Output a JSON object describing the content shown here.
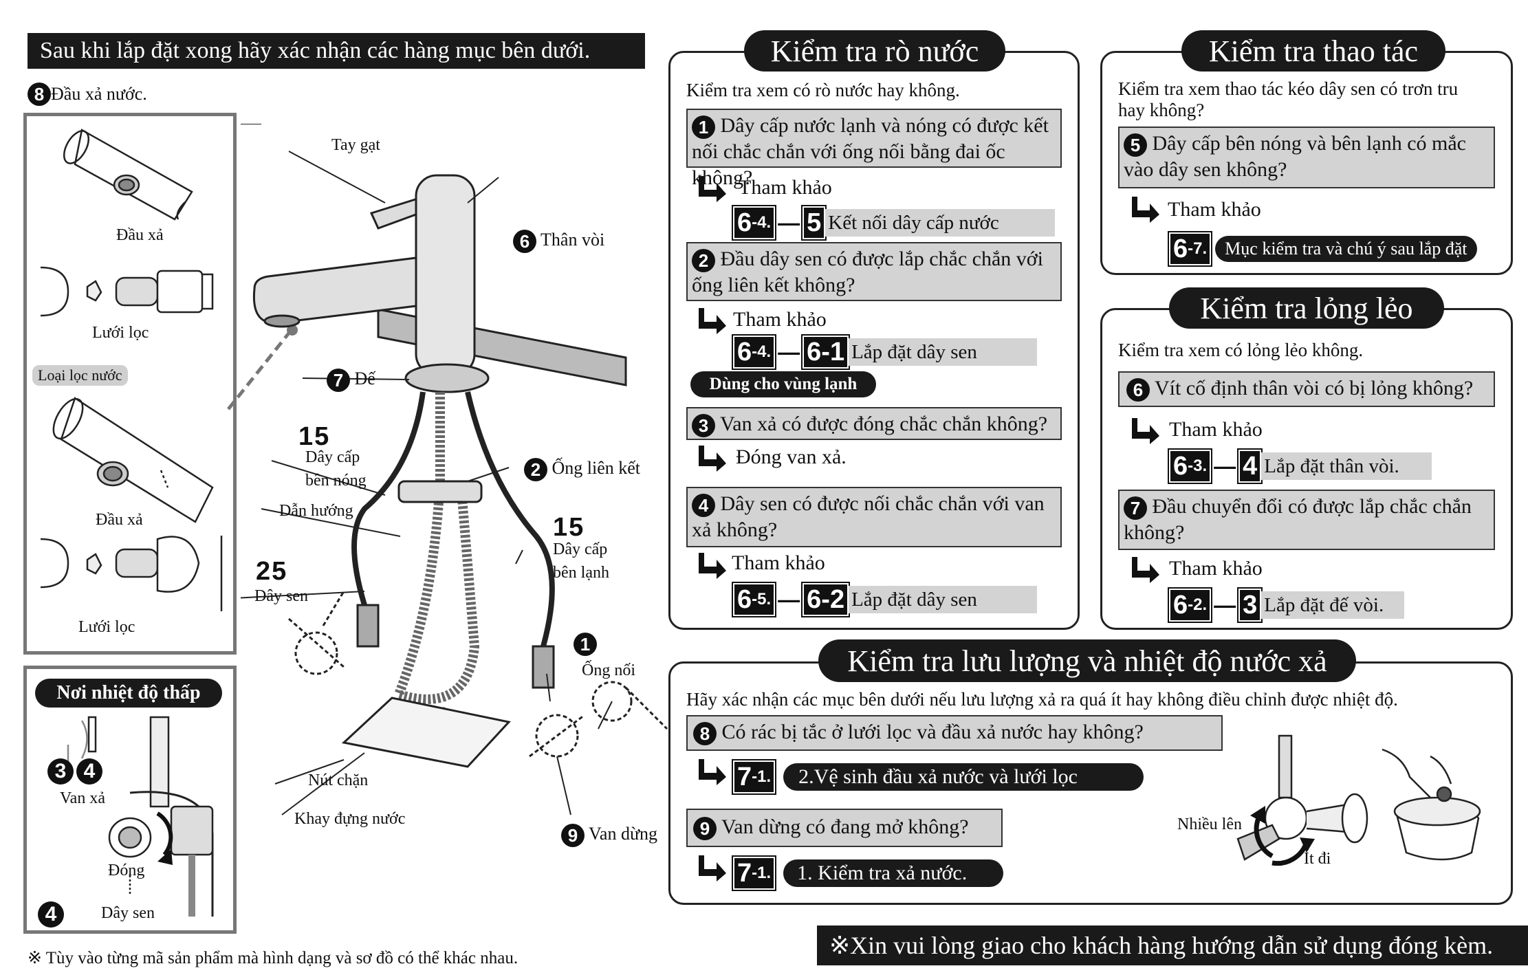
{
  "header": {
    "title": "Sau khi lắp đặt xong hãy xác nhận các hàng mục bên dưới."
  },
  "left": {
    "item8_num": "8",
    "item8_label": "Đầu xả nước.",
    "dau_xa_1": "Đầu xả",
    "luoi_loc_1": "Lưới lọc",
    "loai_loc_nuoc": "Loại lọc nước",
    "dau_xa_2": "Đầu xả",
    "luoi_loc_2": "Lưới lọc",
    "cold_title": "Nơi nhiệt độ thấp",
    "cold_nums": "34",
    "van_xa": "Van xả",
    "dong": "Đóng",
    "num4": "4",
    "day_sen": "Dây sen",
    "footnote": "※  Tùy vào từng mã sản phẩm mà hình dạng và sơ đồ có thể khác nhau."
  },
  "diagram": {
    "tay_gat": "Tay gạt",
    "than_voi_num": "6",
    "than_voi": "Thân vòi",
    "de_num": "7",
    "de": "Đế",
    "nums_15a": "15",
    "day_cap_nong_1": "Dây cấp",
    "day_cap_nong_2": "bên nóng",
    "dan_huong": "Dẫn hướng",
    "ong_lien_ket_num": "2",
    "ong_lien_ket": "Ống liên kết",
    "nums_15b": "15",
    "day_cap_lanh_1": "Dây cấp",
    "day_cap_lanh_2": "bên lạnh",
    "nums_25": "25",
    "day_sen": "Dây sen",
    "ong_noi_num": "1",
    "ong_noi": "Ống  nối",
    "nut_chan": "Nút chặn",
    "khay": "Khay đựng nước",
    "van_dung_num": "9",
    "van_dung": "Van dừng"
  },
  "leak": {
    "title": "Kiểm tra rò nước",
    "intro": "Kiểm tra xem có rò nước hay không.",
    "q1_num": "1",
    "q1": "Dây cấp nước lạnh và nóng có được kết nối chắc chắn với ống nối bằng đai ốc không?",
    "ref1": "Tham khảo",
    "r1_main": "6",
    "r1_sub": "-4.",
    "r1_sec": "5",
    "r1_text": "Kết nối dây cấp nước",
    "q2_num": "2",
    "q2": "Đầu dây sen có được lắp chắc chắn với ống liên kết không?",
    "ref2": "Tham khảo",
    "r2_main": "6",
    "r2_sub": "-4.",
    "r2_sec": "6-1",
    "r2_text": "Lắp đặt dây sen",
    "cold_pill": "Dùng cho vùng lạnh",
    "q3_num": "3",
    "q3": "Van xả có được đóng chắc chắn không?",
    "q3_action": "Đóng van xả.",
    "q4_num": "4",
    "q4": "Dây sen có được nối chắc chắn với van xả không?",
    "ref4": "Tham khảo",
    "r4_main": "6",
    "r4_sub": "-5.",
    "r4_sec": "6-2",
    "r4_text": "Lắp đặt dây sen"
  },
  "operation": {
    "title": "Kiểm tra thao tác",
    "intro": "Kiểm tra xem thao tác kéo dây sen có trơn tru hay không?",
    "q5_num": "5",
    "q5": "Dây cấp bên nóng và bên lạnh có mắc vào dây sen không?",
    "ref5": "Tham khảo",
    "r5_main": "6",
    "r5_sub": "-7.",
    "r5_text": "Mục kiểm tra và chú ý sau lắp đặt"
  },
  "loose": {
    "title": "Kiểm tra lỏng lẻo",
    "intro": "Kiểm tra xem có lỏng lẻo không.",
    "q6_num": "6",
    "q6": "Vít cố định thân vòi có bị lỏng không?",
    "ref6": "Tham khảo",
    "r6_main": "6",
    "r6_sub": "-3.",
    "r6_sec": "4",
    "r6_text": "Lắp đặt thân vòi.",
    "q7_num": "7",
    "q7": "Đầu chuyển đổi có được lắp chắc chắn không?",
    "ref7": "Tham khảo",
    "r7_main": "6",
    "r7_sub": "-2.",
    "r7_sec": "3",
    "r7_text": "Lắp đặt đế vòi."
  },
  "flow": {
    "title": "Kiểm tra lưu lượng và nhiệt độ nước xả",
    "intro": "Hãy xác nhận các mục bên dưới nếu lưu lượng xả ra quá ít hay không điều chỉnh được nhiệt độ.",
    "q8_num": "8",
    "q8": "Có rác bị tắc ở lưới lọc và  đầu xả nước hay không?",
    "r8_main": "7",
    "r8_sub": "-1.",
    "r8_text": "2.Vệ sinh đầu xả nước và lưới lọc",
    "q9_num": "9",
    "q9": "Van dừng có đang mở không?",
    "r9_main": "7",
    "r9_sub": "-1.",
    "r9_text": "1. Kiểm tra  xả nước.",
    "more": "Nhiều lên",
    "less": "Ít đi"
  },
  "footer": {
    "note": "※Xin vui lòng giao cho khách hàng hướng dẫn sử dụng đóng kèm."
  }
}
